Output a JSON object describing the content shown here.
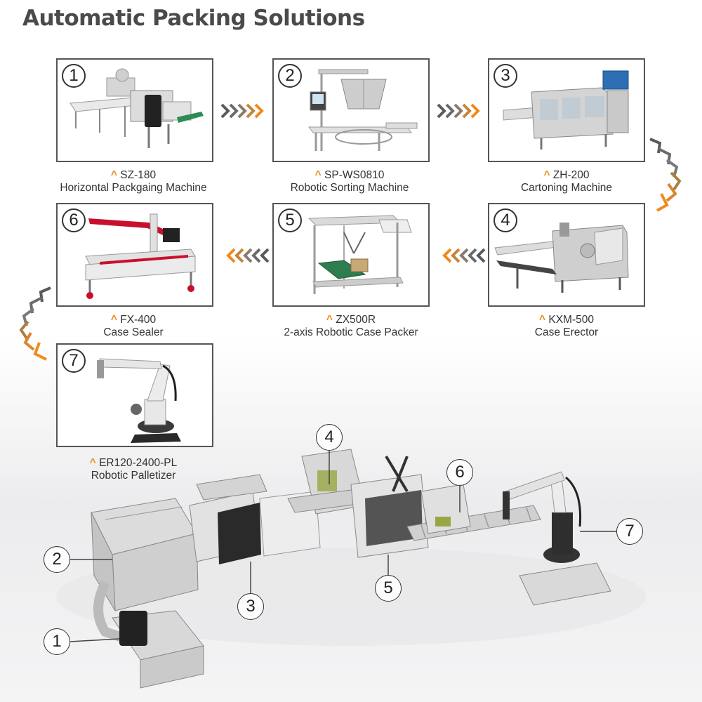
{
  "title": "Automatic Packing Solutions",
  "steps": [
    {
      "num": "1",
      "model": "SZ-180",
      "name": "Horizontal Packgaing Machine",
      "icon": "flow-wrapper-machine-icon"
    },
    {
      "num": "2",
      "model": "SP-WS0810",
      "name": "Robotic Sorting Machine",
      "icon": "sorting-machine-icon"
    },
    {
      "num": "3",
      "model": "ZH-200",
      "name": "Cartoning Machine",
      "icon": "cartoning-machine-icon"
    },
    {
      "num": "4",
      "model": "KXM-500",
      "name": "Case Erector",
      "icon": "case-erector-icon"
    },
    {
      "num": "5",
      "model": "ZX500R",
      "name": "2-axis Robotic Case Packer",
      "icon": "case-packer-icon"
    },
    {
      "num": "6",
      "model": "FX-400",
      "name": "Case Sealer",
      "icon": "case-sealer-icon"
    },
    {
      "num": "7",
      "model": "ER120-2400-PL",
      "name": "Robotic Palletizer",
      "icon": "robot-arm-icon"
    }
  ],
  "layout_callouts": [
    "1",
    "2",
    "3",
    "4",
    "5",
    "6",
    "7"
  ],
  "colors": {
    "accent": "#f08a1c",
    "arrow_dark": "#4a4a4a",
    "frame": "#555555",
    "title": "#4a4a4a"
  }
}
